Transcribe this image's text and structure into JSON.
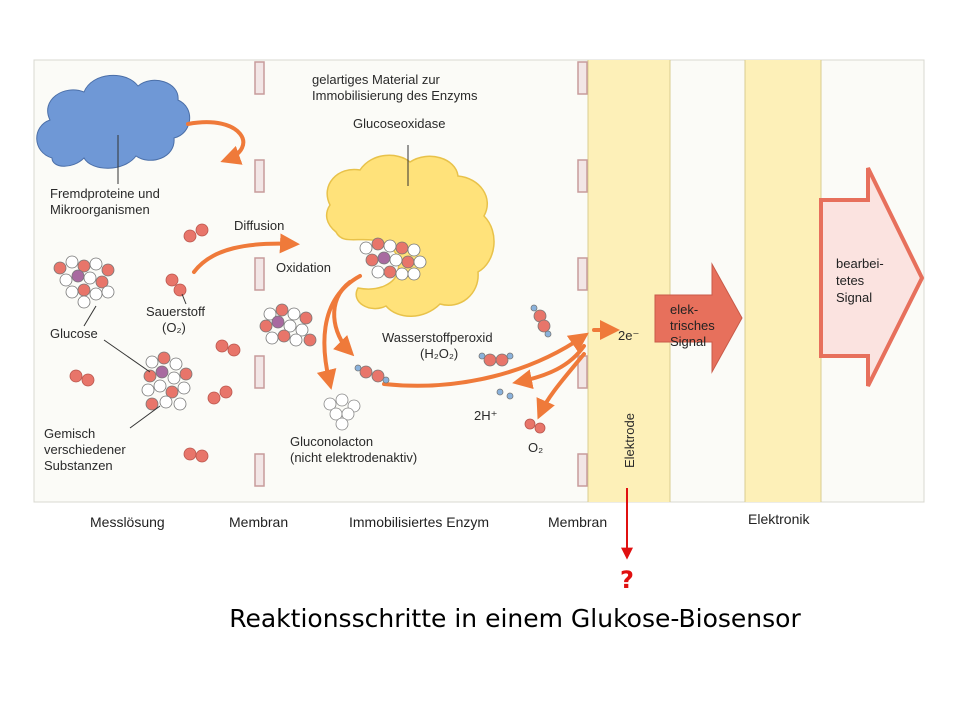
{
  "diagram": {
    "labels": {
      "gel_material_line1": "gelartiges Material zur",
      "gel_material_line2": "Immobilisierung des Enzyms",
      "glucoseoxidase": "Glucoseoxidase",
      "fremdproteine_line1": "Fremdproteine und",
      "fremdproteine_line2": "Mikroorganismen",
      "diffusion": "Diffusion",
      "oxidation": "Oxidation",
      "sauerstoff_line1": "Sauerstoff",
      "sauerstoff_line2": "(O₂)",
      "glucose": "Glucose",
      "wasserstoffperoxid_line1": "Wasserstoffperoxid",
      "wasserstoffperoxid_line2": "(H₂O₂)",
      "two_h_plus": "2H⁺",
      "o2": "O₂",
      "two_e_minus": "2e⁻",
      "gemisch_line1": "Gemisch",
      "gemisch_line2": "verschiedener",
      "gemisch_line3": "Substanzen",
      "gluconolacton_line1": "Gluconolacton",
      "gluconolacton_line2": "(nicht elektrodenaktiv)",
      "elektrode": "Elektrode",
      "signal_line1": "elek-",
      "signal_line2": "trisches",
      "signal_line3": "Signal",
      "processed_line1": "bearbei-",
      "processed_line2": "tetes",
      "processed_line3": "Signal"
    },
    "bottom_labels": {
      "messloesung": "Messlösung",
      "membran_left": "Membran",
      "immobilisiertes_enzym": "Immobilisiertes Enzym",
      "membran_right": "Membran",
      "elektronik": "Elektronik"
    },
    "question_mark": "?",
    "title": "Reaktionsschritte in einem Glukose-Biosensor",
    "colors": {
      "arrow": "#ef7a3a",
      "electrode": "#fdf0b8",
      "enzyme": "#ffe27a",
      "cloud": "#6f98d6",
      "signal_arrow": "#e7705c",
      "question_arrow": "#e01010",
      "molecule_red": "#e8756a"
    }
  }
}
